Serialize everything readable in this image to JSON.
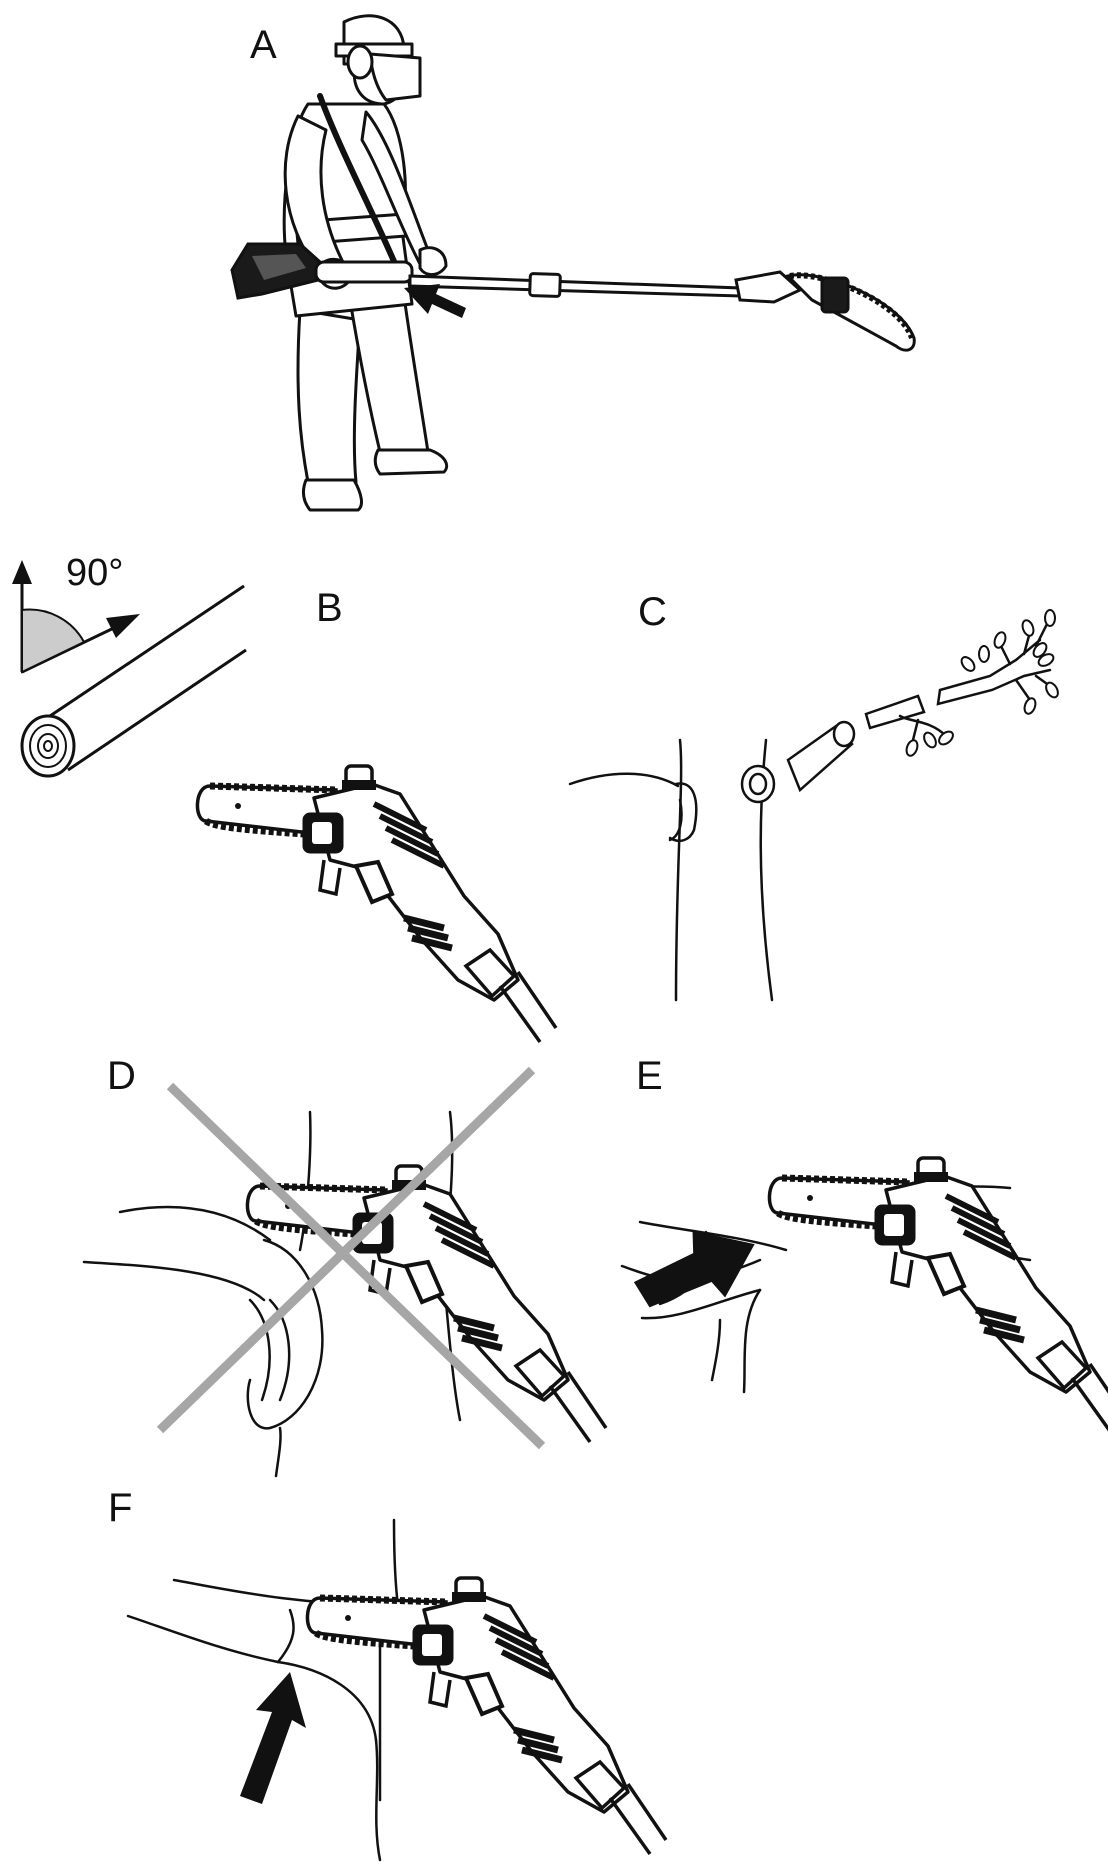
{
  "panels": {
    "a": {
      "label": "A"
    },
    "b": {
      "label": "B"
    },
    "c": {
      "label": "C"
    },
    "d": {
      "label": "D"
    },
    "e": {
      "label": "E"
    },
    "f": {
      "label": "F"
    }
  },
  "angle_label": "90°",
  "colors": {
    "ink": "#111111",
    "fill_dark": "#1a1a1a",
    "angle_fill": "#cccccc",
    "cross": "#a6a6a6"
  },
  "icons": {
    "pointer": "arrow-right-filled",
    "cross": "x-mark"
  }
}
